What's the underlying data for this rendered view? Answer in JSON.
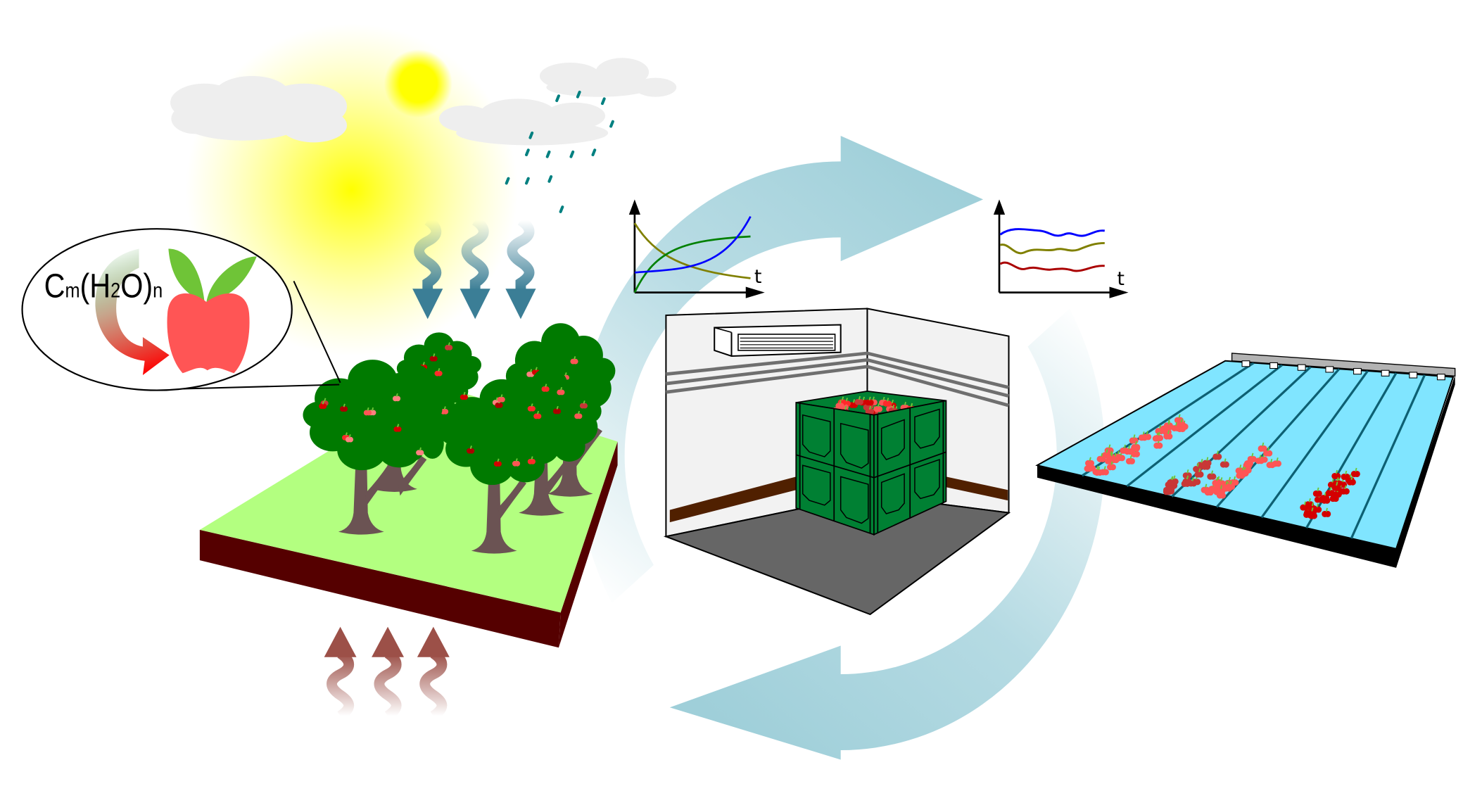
{
  "formula": {
    "c": "C",
    "m": "m",
    "open": "(H",
    "two": "2",
    "close": "O)",
    "n": "n"
  },
  "graphs": {
    "storage_graph": {
      "axis_label": "t"
    },
    "sorting_graph": {
      "axis_label": "t"
    }
  },
  "colors": {
    "cycle_arrow": "#9fcfd9",
    "grass": "#b3ff80",
    "soil": "#550000",
    "canopy": "#007a00",
    "trunk": "#6b5353",
    "crate": "#008033",
    "floor": "#666666",
    "conveyor": "#80e5ff",
    "lane_line": "#0d6073",
    "curve_blue": "#0000ff",
    "curve_green": "#008000",
    "curve_olive": "#808000",
    "curve_red": "#aa0000"
  }
}
